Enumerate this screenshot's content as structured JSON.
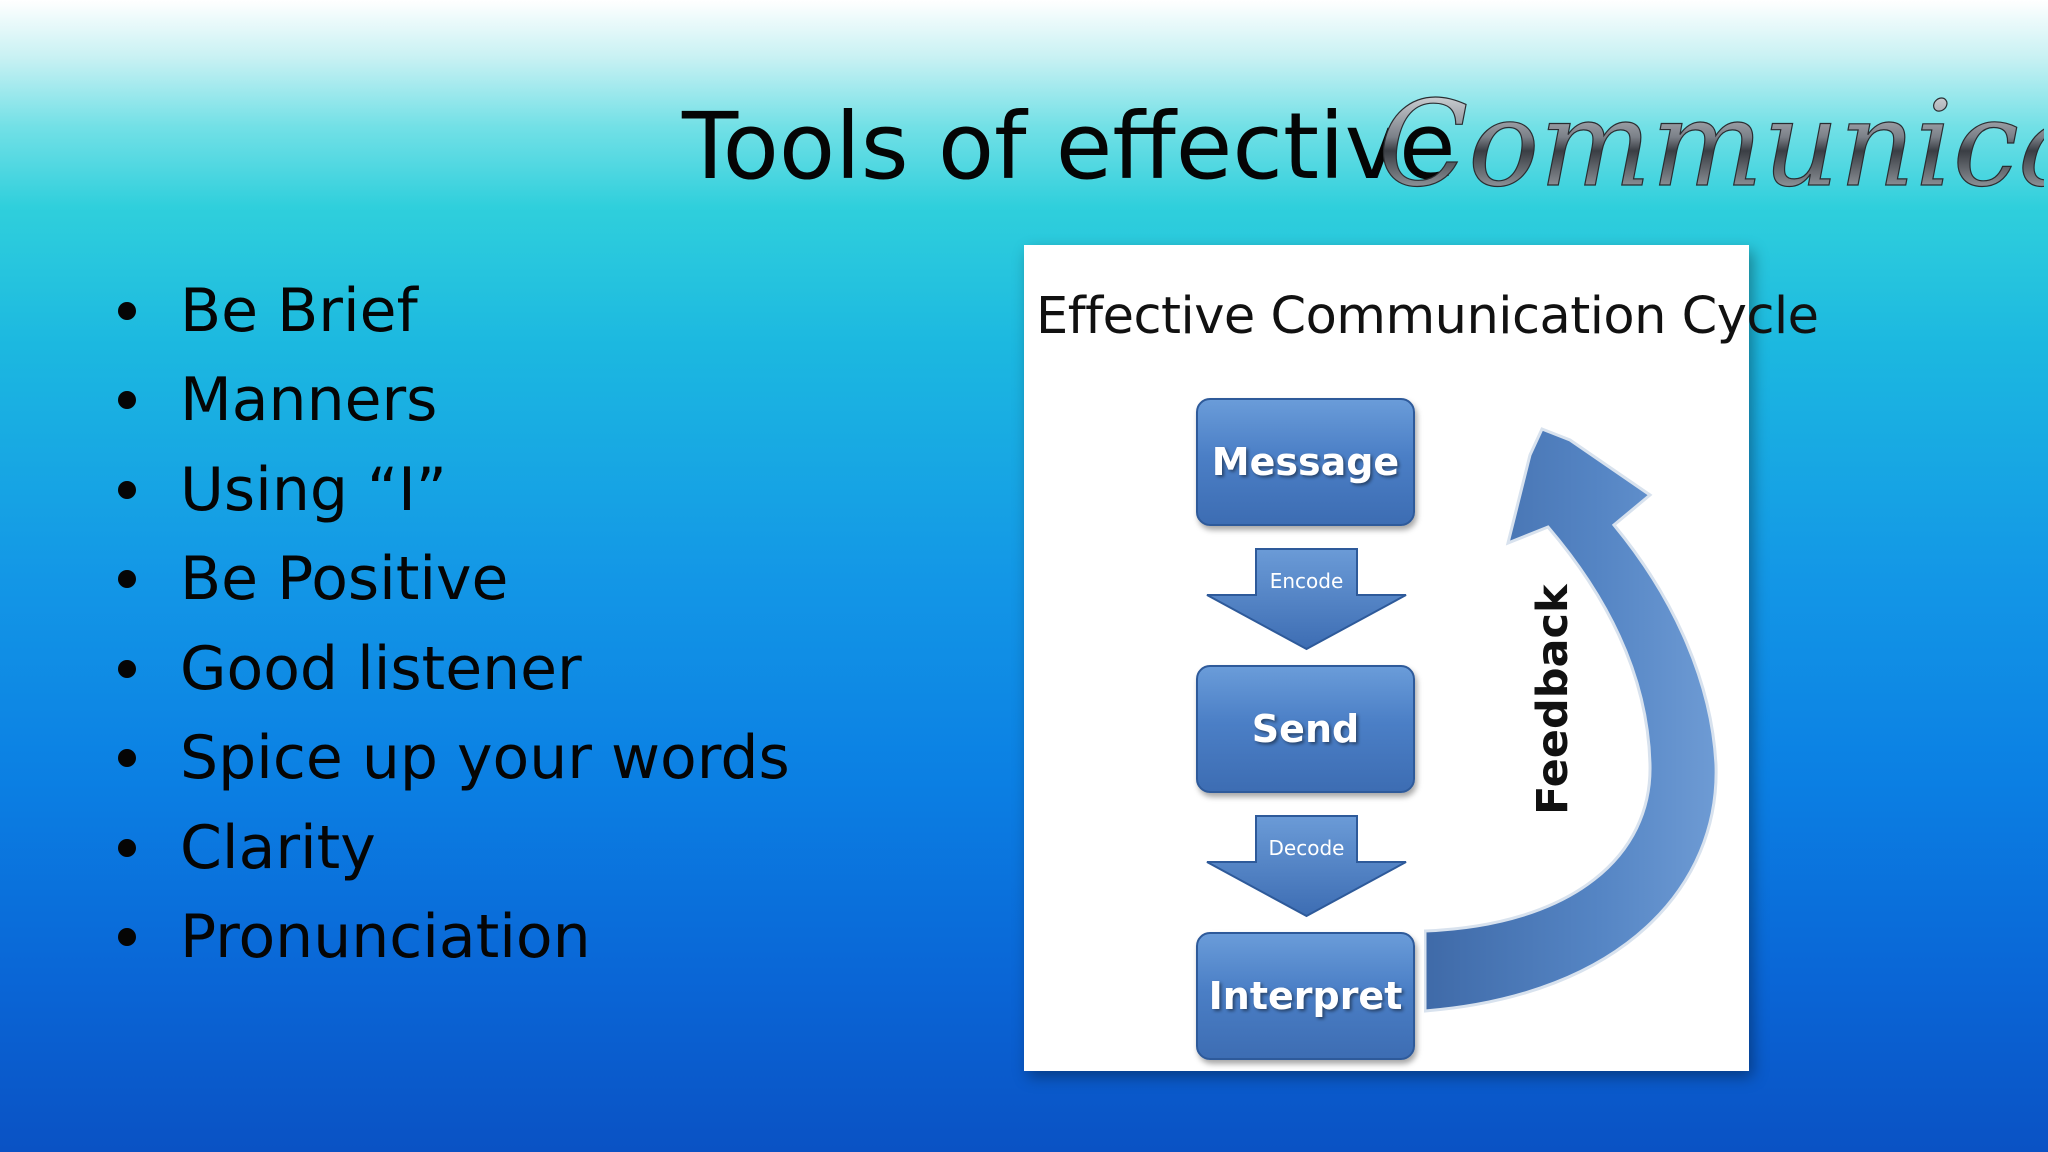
{
  "slide": {
    "title": "Tools of effective",
    "title_script": "Communication"
  },
  "bullets": [
    "Be Brief",
    "Manners",
    "Using “I”",
    "Be Positive",
    "Good listener",
    "Spice up your words",
    "Clarity",
    "Pronunciation"
  ],
  "diagram": {
    "title": "Effective Communication Cycle",
    "steps": [
      "Message",
      "Send",
      "Interpret"
    ],
    "arrows": [
      "Encode",
      "Decode"
    ],
    "feedback": "Feedback",
    "colors": {
      "box": "#4b7fc6",
      "arrow": "#4a7cc0",
      "arc": "#4b78b8"
    }
  },
  "icons": [
    "bullet-dot"
  ]
}
